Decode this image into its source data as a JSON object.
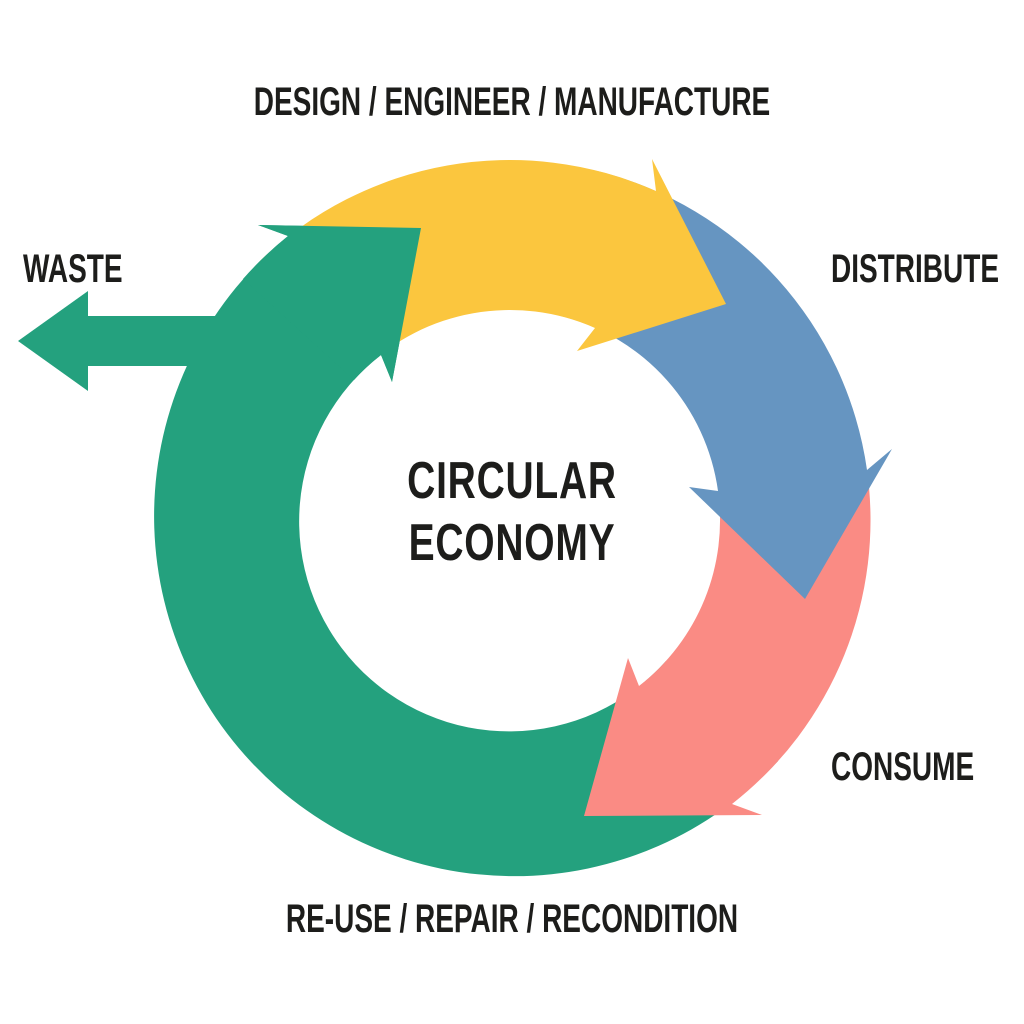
{
  "diagram": {
    "title": "CIRCULAR ECONOMY",
    "center": {
      "line1": "CIRCULAR",
      "line2": "ECONOMY"
    },
    "segments": [
      {
        "id": "design-engineer-manufacture",
        "label": "DESIGN / ENGINEER / MANUFACTURE",
        "color": "#FBC63E",
        "position": "top"
      },
      {
        "id": "distribute",
        "label": "DISTRIBUTE",
        "color": "#6695C1",
        "position": "right"
      },
      {
        "id": "consume",
        "label": "CONSUME",
        "color": "#FA8B84",
        "position": "bottom-right"
      },
      {
        "id": "re-use-repair-recondition",
        "label": "RE-USE / REPAIR / RECONDITION",
        "color": "#24A17E",
        "position": "left-bottom"
      }
    ],
    "waste_branch": {
      "label": "WASTE",
      "color": "#24A17E",
      "direction": "left-outward"
    },
    "flow_direction": "clockwise"
  },
  "colors": {
    "background": "#FFFFFF",
    "text": "#1D1D1B",
    "green": "#24A17E",
    "yellow": "#FBC63E",
    "blue": "#6695C1",
    "salmon": "#FA8B84"
  }
}
